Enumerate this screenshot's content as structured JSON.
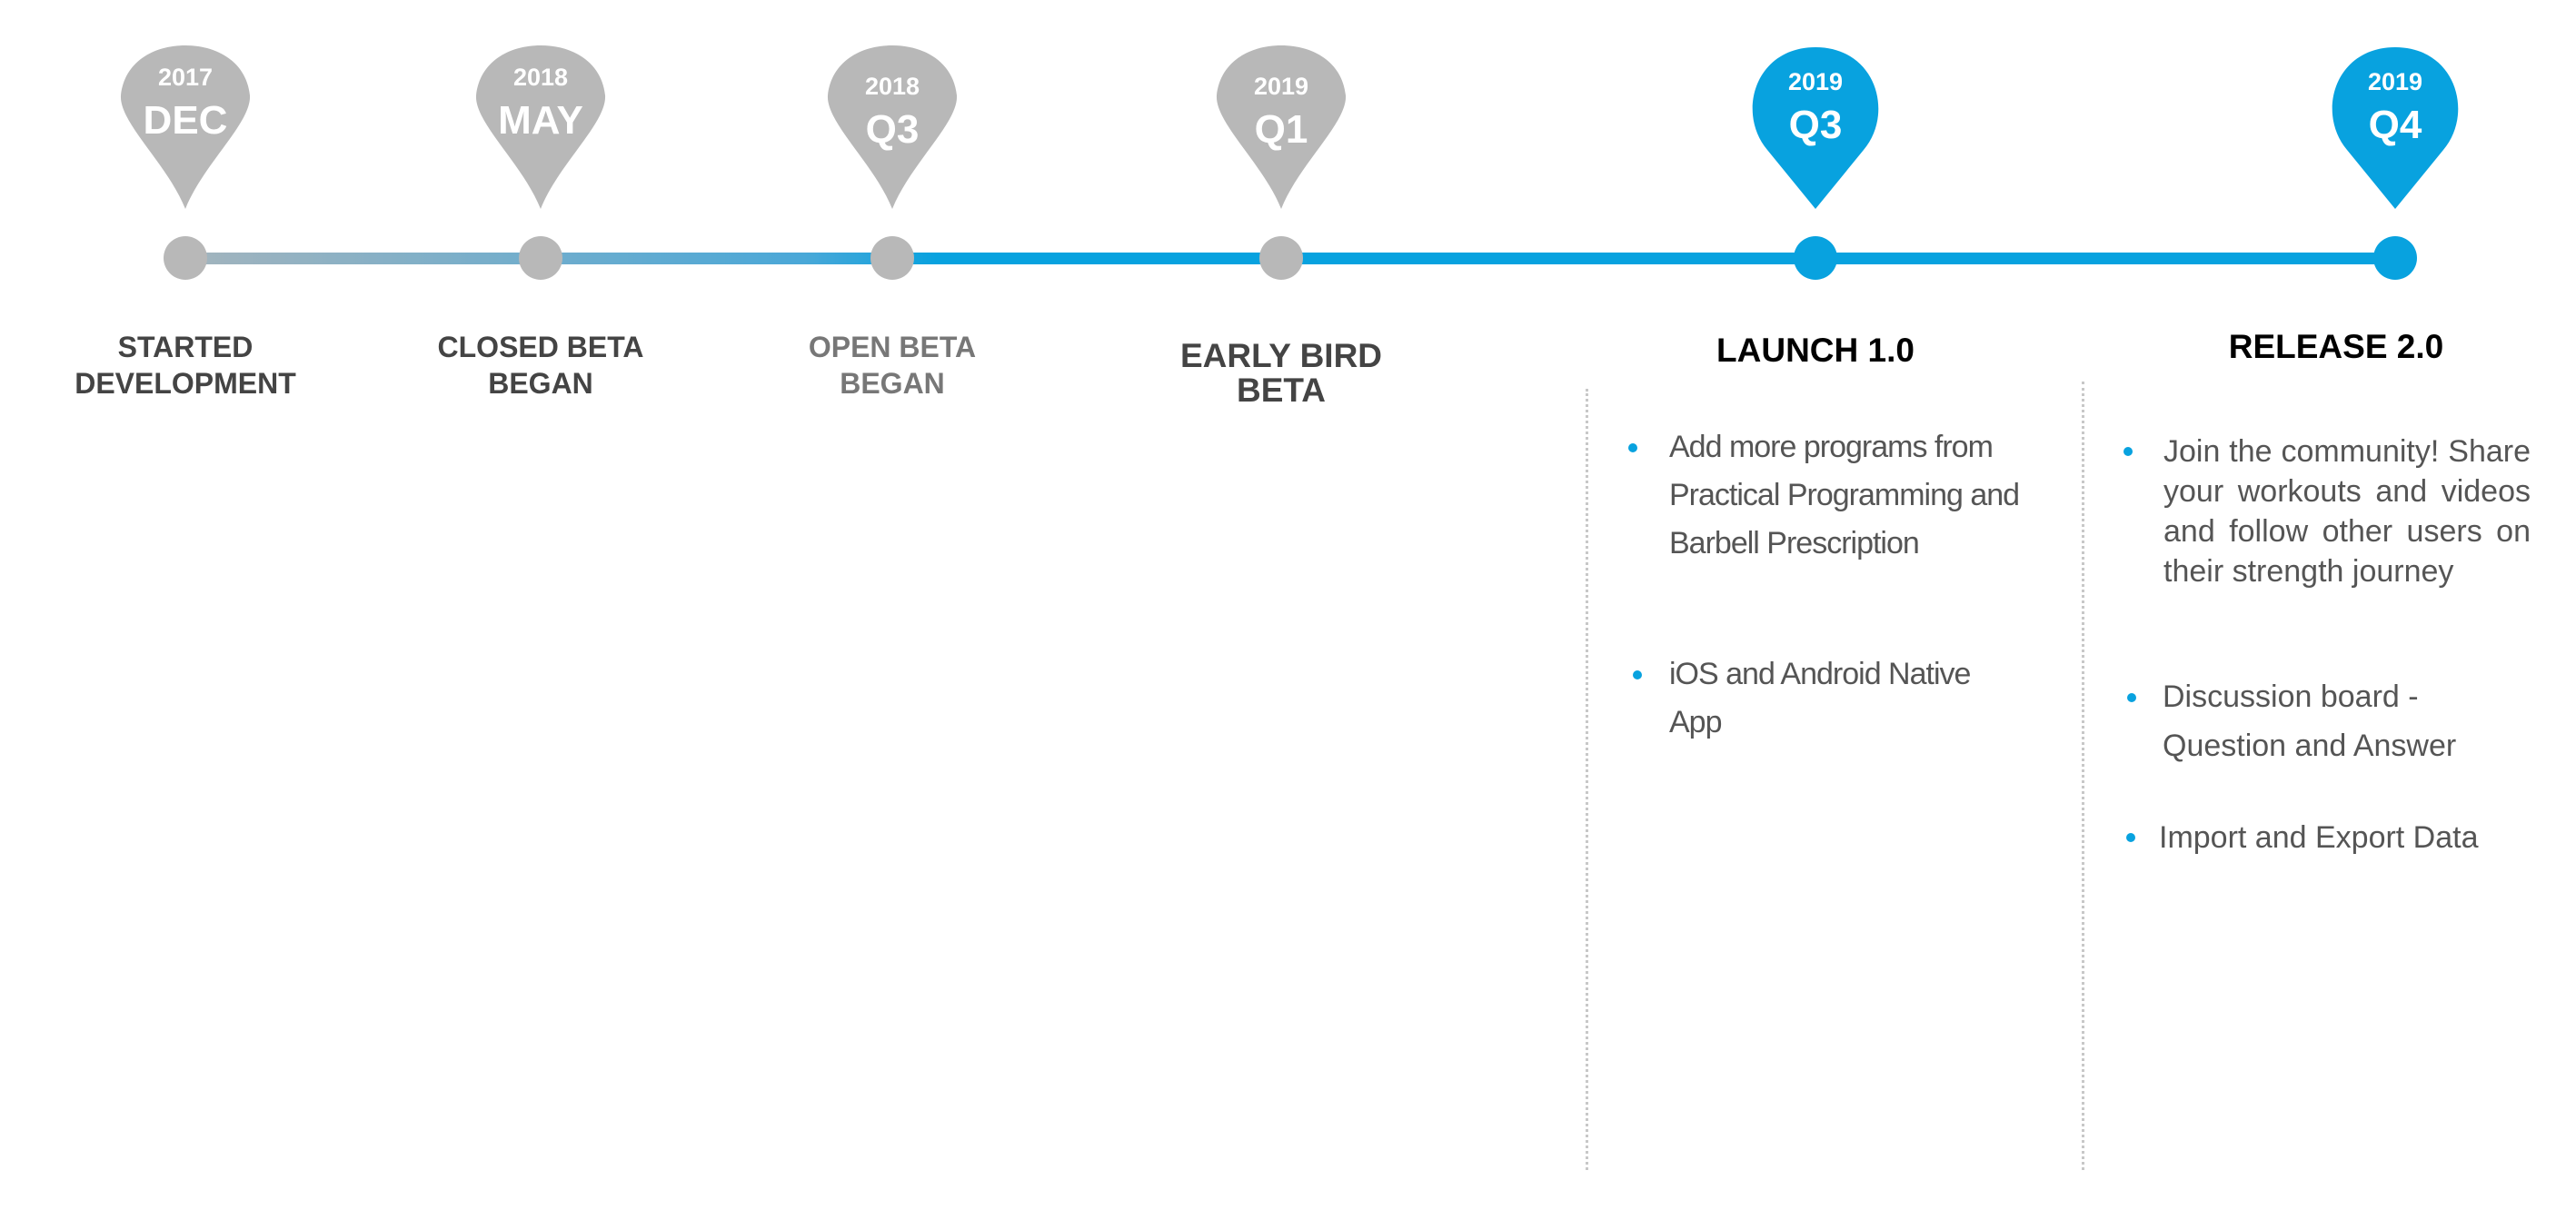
{
  "colors": {
    "gray": "#b8b8b8",
    "blue": "#08a2df",
    "label": "#444444",
    "muted": "#777777"
  },
  "milestones": [
    {
      "year": "2017",
      "period": "DEC",
      "label": [
        "STARTED",
        "DEVELOPMENT"
      ],
      "status": "past"
    },
    {
      "year": "2018",
      "period": "MAY",
      "label": [
        "CLOSED BETA",
        "BEGAN"
      ],
      "status": "past"
    },
    {
      "year": "2018",
      "period": "Q3",
      "label": [
        "OPEN BETA",
        "BEGAN"
      ],
      "status": "past"
    },
    {
      "year": "2019",
      "period": "Q1",
      "label": [
        "EARLY BIRD",
        "BETA"
      ],
      "status": "past"
    },
    {
      "year": "2019",
      "period": "Q3",
      "label": [
        "LAUNCH 1.0"
      ],
      "status": "future"
    },
    {
      "year": "2019",
      "period": "Q4",
      "label": [
        "RELEASE 2.0"
      ],
      "status": "future"
    }
  ],
  "launch_features": [
    "Add more programs from Practical Programming and Barbell Prescription",
    "iOS and Android Native App"
  ],
  "release_features": [
    "Join the community! Share your workouts and videos and follow other users on their strength journey",
    "Discussion board - Question and Answer",
    "Import and Export Data"
  ]
}
